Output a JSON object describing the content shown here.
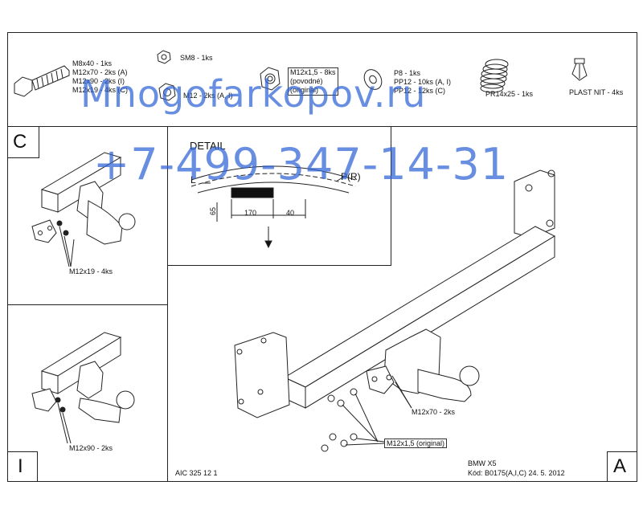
{
  "parts": {
    "bolt": [
      "M8x40 - 1ks",
      "M12x70 - 2ks (A)",
      "M12x90 - 2ks (I)",
      "M12x19 - 4ks (C)"
    ],
    "sm8": "SM8 - 1ks",
    "m12": "M12 - 2ks (A, I)",
    "m12x15": [
      "M12x1,5 - 8ks",
      "(povodné)",
      "(original)"
    ],
    "washers": [
      "P8 - 1ks",
      "PP12 - 10ks (A, I)",
      "PP12 - 12ks (C)"
    ],
    "spring": "PR14x25 - 1ks",
    "plast": "PLAST NIT - 4ks"
  },
  "detail": {
    "title": "DETAIL",
    "l": "L",
    "pr": "P(R)",
    "dim_65": "65",
    "dim_170": "170",
    "dim_40": "40"
  },
  "views": {
    "c": {
      "letter": "C",
      "callout": "M12x19 - 4ks"
    },
    "i": {
      "letter": "I",
      "callout": "M12x90 - 2ks"
    },
    "a": {
      "letter": "A",
      "callout_bolt": "M12x70 - 2ks",
      "callout_nut": "M12x1,5 (original)"
    }
  },
  "footer": {
    "drawing_no": "AIC 325 12 1",
    "car": "BMW X5",
    "code": "Kód: B0175(A,I,C)  24. 5. 2012"
  },
  "watermark": {
    "site": "Mnogofarkopov.ru",
    "phone": "+7-499-347-14-31",
    "color": "#2f63d6"
  }
}
